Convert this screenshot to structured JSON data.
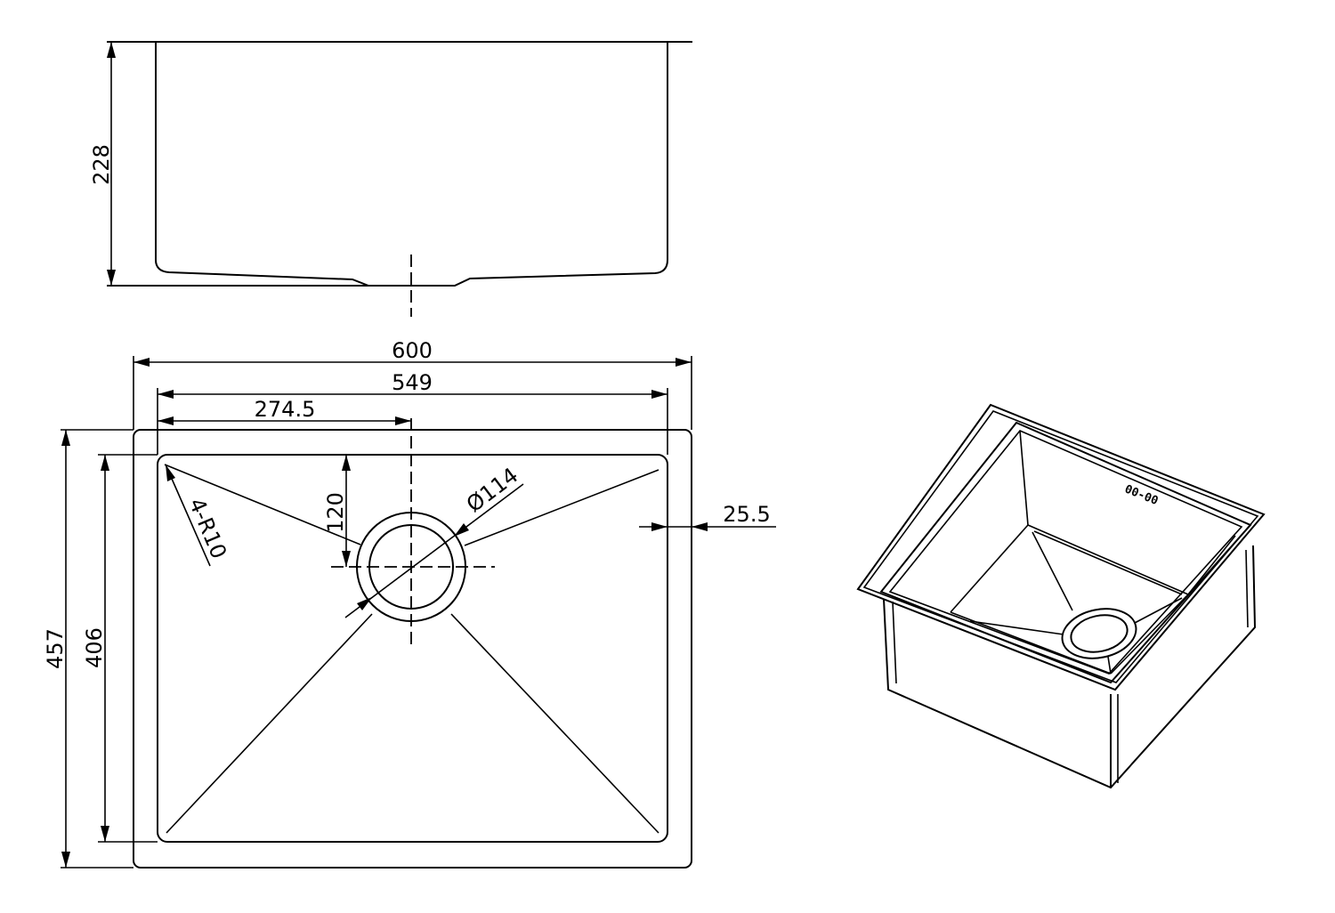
{
  "side_view": {
    "depth_label": "228"
  },
  "top_view": {
    "overall_width_label": "600",
    "inner_width_label": "549",
    "drain_offset_x_label": "274.5",
    "drain_offset_y_label": "120",
    "drain_diameter_label": "Ø114",
    "overall_length_label": "457",
    "inner_length_label": "406",
    "corner_radius_label": "4-R10",
    "flange_label": "25.5"
  },
  "isometric_view": {
    "logo_text": "00-00"
  }
}
